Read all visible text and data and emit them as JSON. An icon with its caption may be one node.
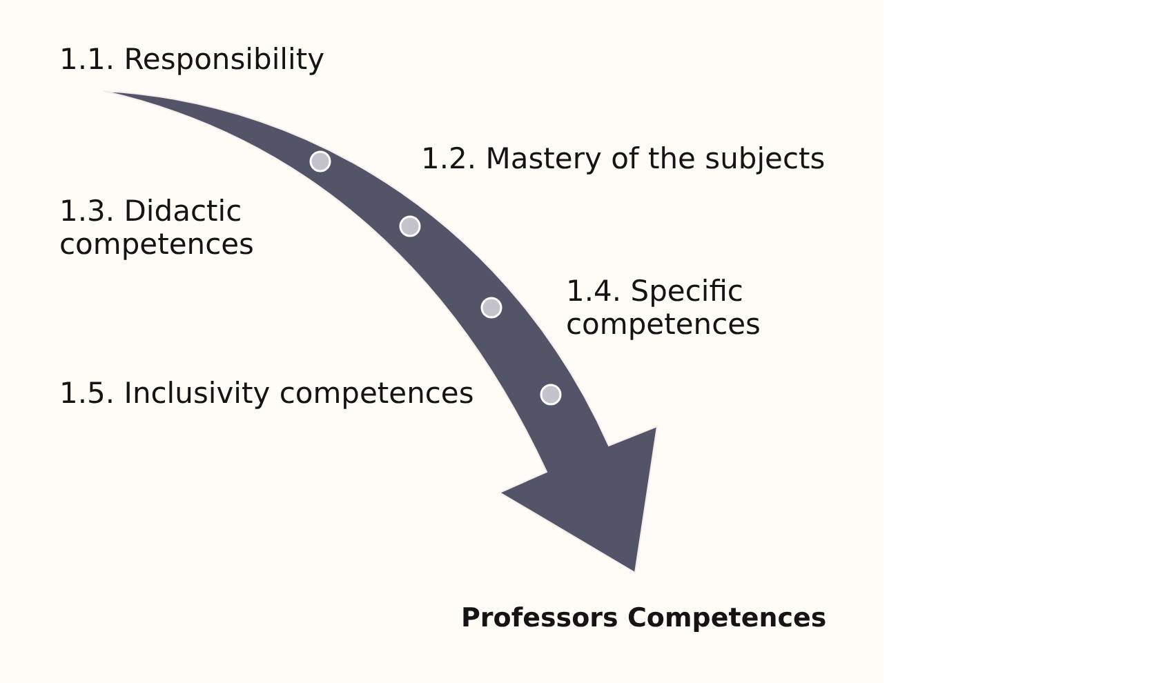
{
  "diagram": {
    "caption": "Professors Competences",
    "labels": [
      "1.1. Responsibility",
      "1.2. Mastery of the subjects",
      "1.3. Didactic competences",
      "1.4. Specific competences",
      "1.5. Inclusivity competences"
    ]
  }
}
